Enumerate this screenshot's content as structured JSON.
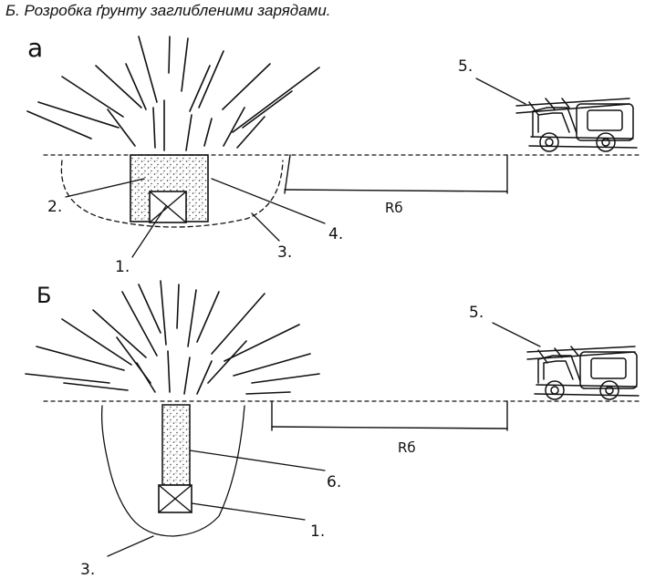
{
  "caption": "Б. Розробка ґрунту заглибленими зарядами.",
  "panel_a": {
    "label": "а",
    "callouts": {
      "n1": "1.",
      "n2": "2.",
      "n3": "3.",
      "n4": "4.",
      "n5": "5."
    },
    "radius_label": "Rб"
  },
  "panel_b": {
    "label": "Б",
    "callouts": {
      "n1": "1.",
      "n3": "3.",
      "n5": "5.",
      "n6": "6."
    },
    "radius_label": "Rб"
  }
}
